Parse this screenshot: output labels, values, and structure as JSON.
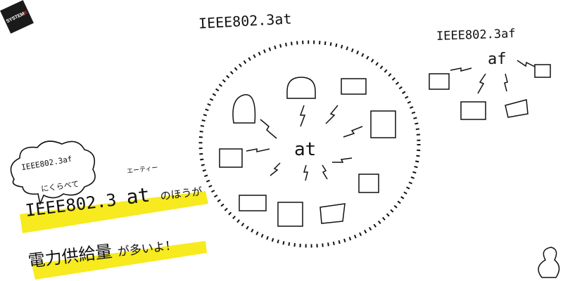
{
  "logo": {
    "text": "SYSTEMK",
    "main": "SYSTEM",
    "accent": "K"
  },
  "diagram": {
    "at_title": "IEEE802.3at",
    "at_center": "at",
    "af_title": "IEEE802.3af",
    "af_center": "af"
  },
  "caption": {
    "bubble_line1": "IEEE802.3af",
    "bubble_line2": "にくらべて",
    "ruby": "エーティー",
    "line1_prefix": "IEEE802.3",
    "line1_at": "at",
    "line1_suffix": "のほうが",
    "line2_main": "電力供給量",
    "line2_suffix": "が多いよ！"
  },
  "colors": {
    "highlight": "#f7ea1e",
    "ink": "#111111",
    "logo_accent": "#e0262a"
  }
}
